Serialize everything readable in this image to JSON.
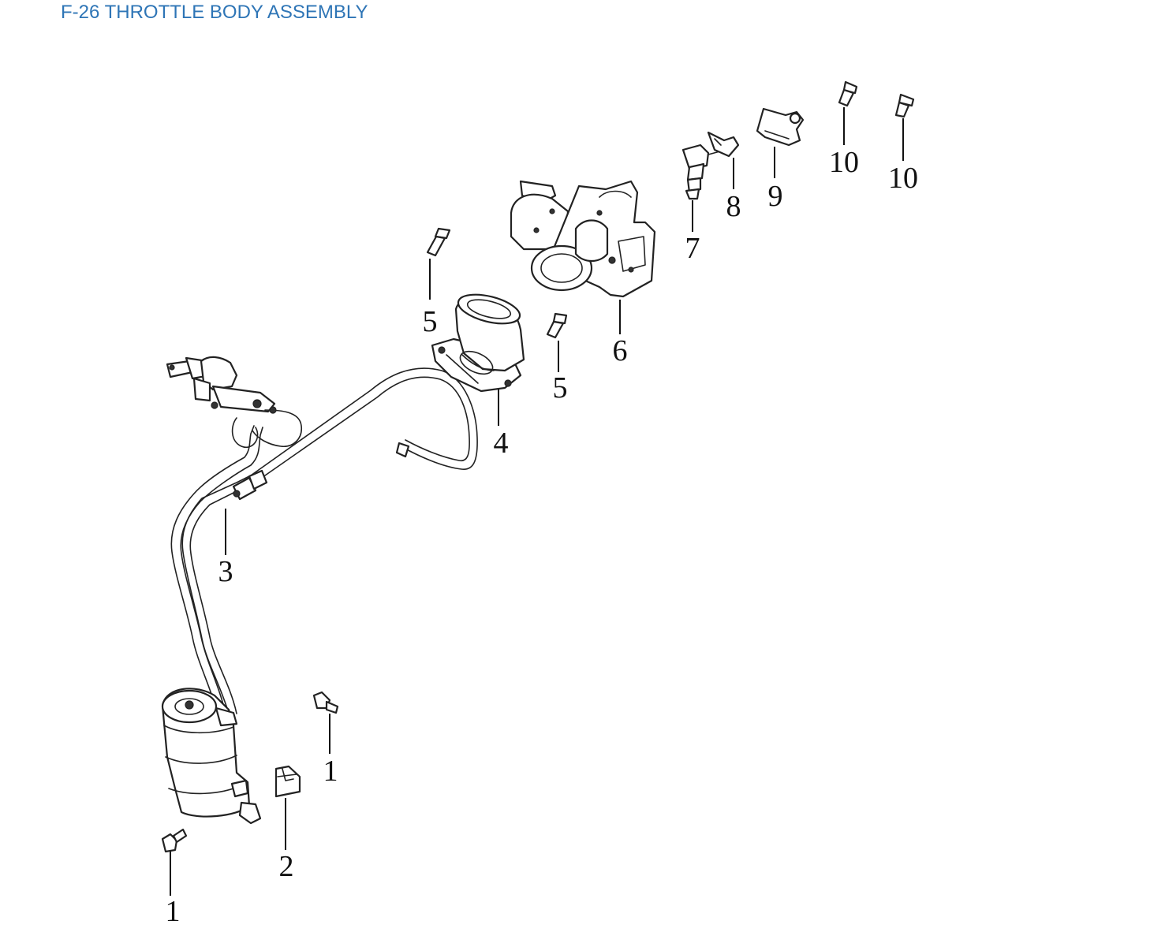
{
  "title": "F-26 THROTTLE BODY ASSEMBLY",
  "title_color": "#2E75B6",
  "callouts": {
    "c1a": "1",
    "c1b": "1",
    "c2": "2",
    "c3": "3",
    "c4": "4",
    "c5a": "5",
    "c5b": "5",
    "c6": "6",
    "c7": "7",
    "c8": "8",
    "c9": "9",
    "c10a": "10",
    "c10b": "10"
  },
  "icons": {
    "canister": "evap-canister-icon",
    "bracket": "canister-clip-icon",
    "hoses": "vapor-hose-icon",
    "intake": "intake-joint-icon",
    "bolt": "flange-bolt-icon",
    "throttle_body": "throttle-body-icon",
    "injector": "fuel-injector-icon",
    "clip": "injector-clip-icon",
    "sensor": "sensor-icon",
    "screw": "screw-icon"
  }
}
